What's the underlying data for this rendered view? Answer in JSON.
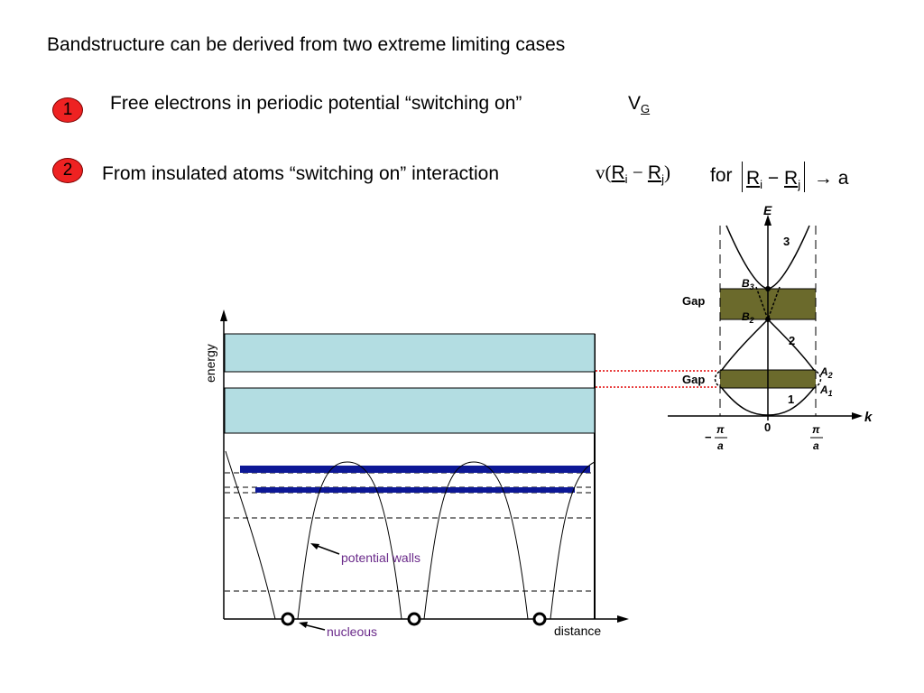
{
  "heading": "Bandstructure can be derived from two extreme limiting cases",
  "case1": {
    "badge": "1",
    "text": "Free electrons in periodic potential “switching on”",
    "symbol": "V",
    "symbol_sub": "G"
  },
  "case2": {
    "badge": "2",
    "text": "From insulated atoms “switching on” interaction",
    "v": "v(",
    "R": "R",
    "sub_i": "i",
    "minus": "−",
    "sub_j": "j",
    "close": ")",
    "for": "for",
    "arrow": "→",
    "a": "a"
  },
  "left_diagram": {
    "ylabel": "energy",
    "xlabel": "distance",
    "potential_walls": "potential walls",
    "nucleous": "nucleous",
    "band_color": "#b3dde2",
    "level_color": "#0d1896",
    "annotation_color": "#6a2a8a"
  },
  "right_diagram": {
    "E": "E",
    "k": "k",
    "gap": "Gap",
    "B3": "B",
    "B3_sub": "3",
    "B2": "B",
    "B2_sub": "2",
    "A2": "A",
    "A2_sub": "2",
    "A1": "A",
    "A1_sub": "1",
    "branch1": "1",
    "branch2": "2",
    "branch3": "3",
    "zero": "0",
    "pi": "π",
    "a": "a",
    "minus": "−",
    "gap_color": "#6b6a2c"
  },
  "connector_color": "#e00000"
}
